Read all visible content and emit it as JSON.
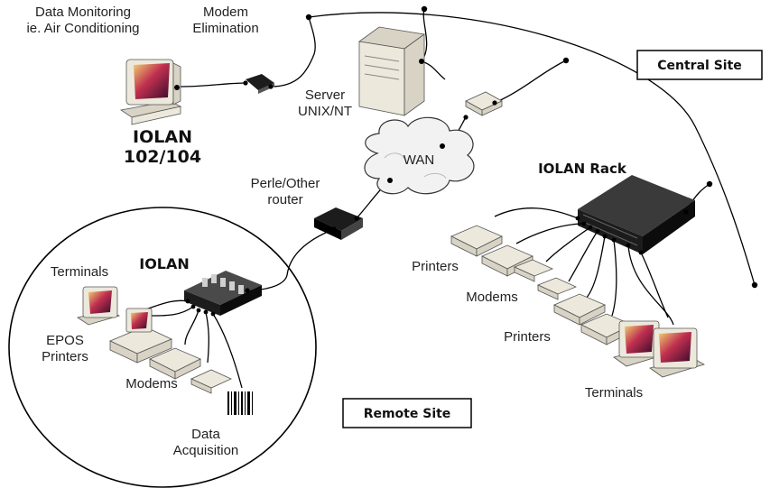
{
  "labels": {
    "data_monitoring": "Data Monitoring",
    "air_conditioning": "ie. Air Conditioning",
    "modem": "Modem",
    "elimination": "Elimination",
    "server": "Server",
    "unix_nt": "UNIX/NT",
    "iolan_102": "IOLAN",
    "iolan_102_model": "102/104",
    "wan": "WAN",
    "perle_router_1": "Perle/Other",
    "perle_router_2": "router",
    "iolan_rack": "IOLAN Rack",
    "iolan_remote": "IOLAN",
    "terminals_remote": "Terminals",
    "epos": "EPOS",
    "printers_remote": "Printers",
    "modems_remote": "Modems",
    "data": "Data",
    "acquisition": "Acquisition",
    "printers_rack_1": "Printers",
    "modems_rack": "Modems",
    "printers_rack_2": "Printers",
    "terminals_rack": "Terminals",
    "central_site": "Central Site",
    "remote_site": "Remote Site"
  },
  "colors": {
    "device_beige": "#ece8dc",
    "device_dark": "#1c1c1c",
    "screen": "#8a1a3a"
  }
}
